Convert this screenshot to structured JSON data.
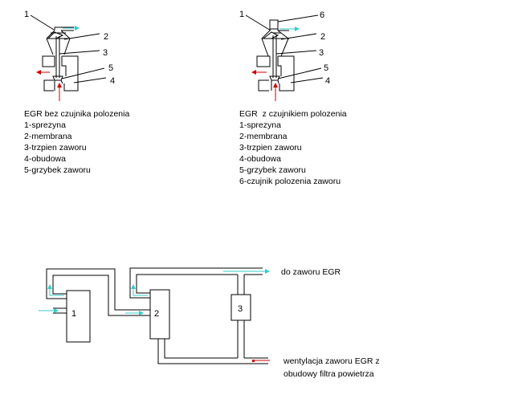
{
  "valve_left": {
    "callouts": [
      "1",
      "2",
      "3",
      "5",
      "4"
    ],
    "legend_title": "EGR bez czujnika polozenia",
    "legend_items": [
      "1-sprezyna",
      "2-membrana",
      "3-trzpien zaworu",
      "4-obudowa",
      "5-grzybek zaworu"
    ]
  },
  "valve_right": {
    "callouts": [
      "1",
      "6",
      "2",
      "3",
      "5",
      "4"
    ],
    "legend_title": "EGR  z czujnikiem polozenia",
    "legend_items": [
      "1-sprezyna",
      "2-membrana",
      "3-trzpien zaworu",
      "4-obudowa",
      "5-grzybek zaworu",
      "6-czujnik polozenia zaworu"
    ]
  },
  "system": {
    "blocks": [
      "1",
      "2",
      "3"
    ],
    "note_top": "do zaworu EGR",
    "note_bottom_line1": "wentylacja zaworu EGR z",
    "note_bottom_line2": "obudowy filtra powietrza"
  },
  "colors": {
    "line": "#000000",
    "vacuum_arrow": "#33cccc",
    "exhaust_arrow": "#cc0000"
  }
}
